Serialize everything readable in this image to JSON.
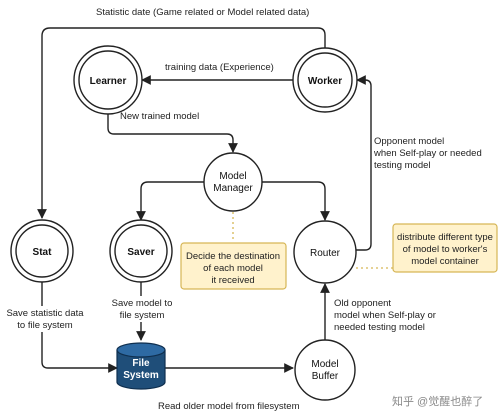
{
  "nodes": {
    "learner": "Learner",
    "worker": "Worker",
    "model_manager": [
      "Model",
      "Manager"
    ],
    "stat": "Stat",
    "saver": "Saver",
    "router": "Router",
    "model_buffer": [
      "Model",
      "Buffer"
    ],
    "file_system": [
      "File",
      "System"
    ]
  },
  "edges": {
    "statistic_data": "Statistic date (Game related or Model related data)",
    "training_data": "training data (Experience)",
    "new_trained_model": "New trained model",
    "opponent_model": [
      "Opponent model",
      "when Self-play or needed",
      "testing model"
    ],
    "save_statistic": [
      "Save statistic data",
      "to file system"
    ],
    "save_model": [
      "Save model to",
      "file system"
    ],
    "old_opponent": [
      "Old opponent",
      "model when Self-play or",
      "needed testing model"
    ],
    "read_older": "Read older model from filesystem"
  },
  "notes": {
    "decide": [
      "Decide the destination",
      "of each model",
      "it received"
    ],
    "distribute": [
      "distribute different type",
      "of model to worker's",
      "model container"
    ]
  },
  "watermark": "知乎 @觉醒也醉了",
  "colors": {
    "line": "#222222",
    "note_fill": "#fff2cc",
    "note_border": "#d6b656",
    "cylinder_fill": "#1f4e79",
    "cylinder_text": "#ffffff"
  }
}
